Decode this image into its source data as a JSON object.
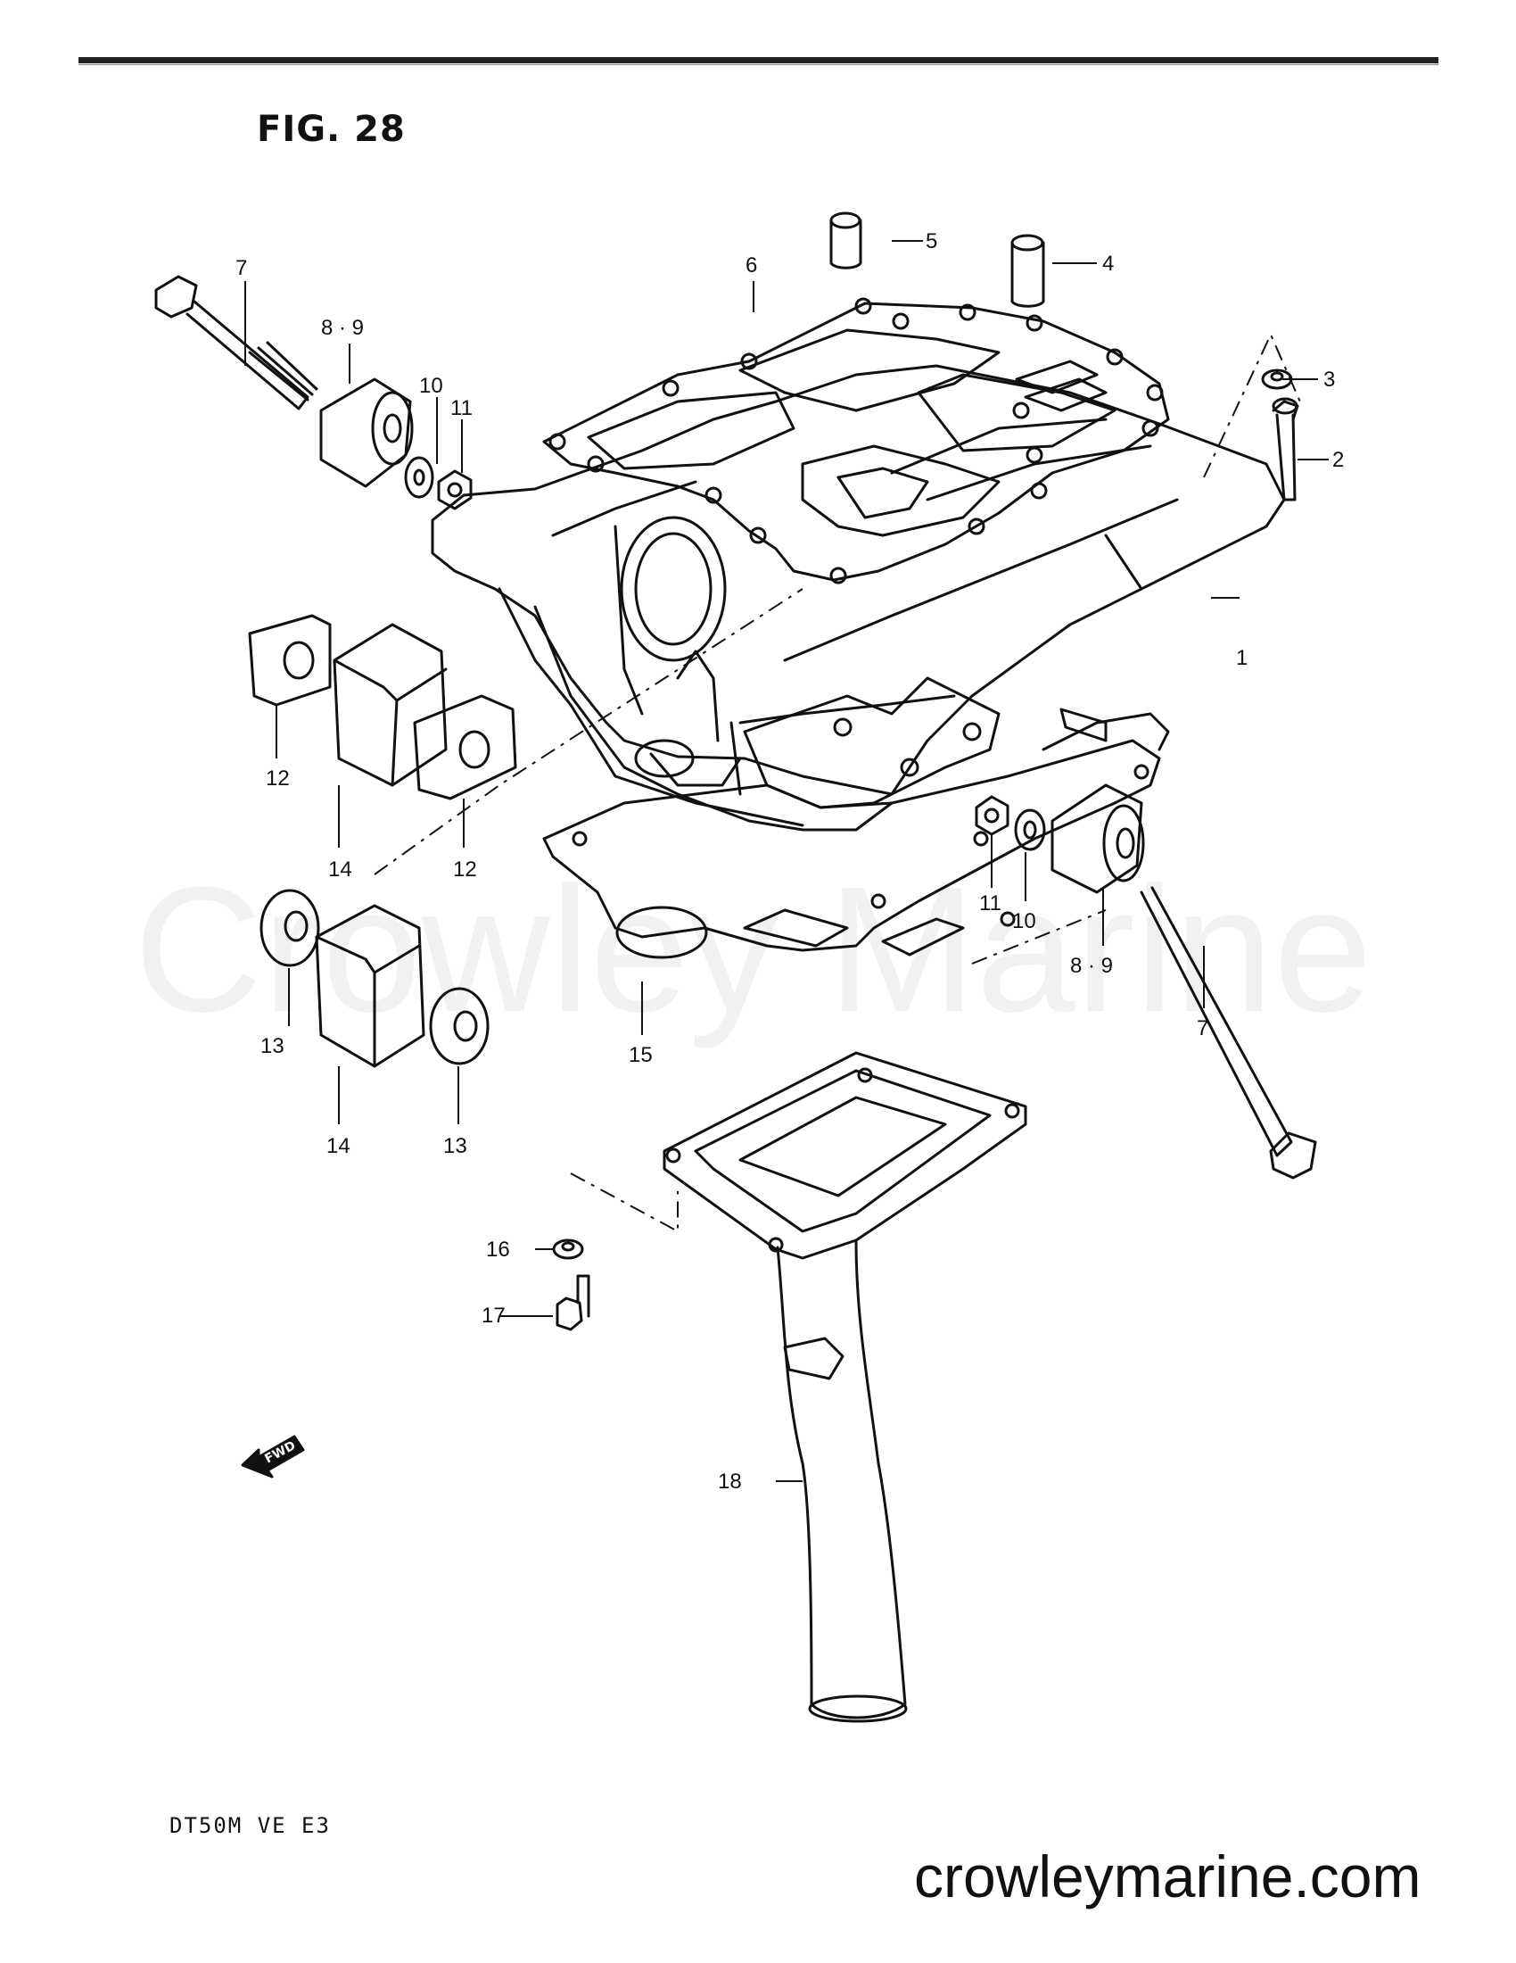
{
  "figure": {
    "title": "FIG. 28"
  },
  "model_code": "DT50M VE E3",
  "website": "crowleymarine.com",
  "watermark": "Crowley Marine",
  "fwd_label": "FWD",
  "labels": {
    "p1": "1",
    "p2": "2",
    "p3": "3",
    "p4": "4",
    "p5": "5",
    "p6": "6",
    "p7a": "7",
    "p7b": "7",
    "p89a": "8 · 9",
    "p89b": "8 · 9",
    "p10a": "10",
    "p10b": "10",
    "p11a": "11",
    "p11b": "11",
    "p12a": "12",
    "p12b": "12",
    "p13a": "13",
    "p13b": "13",
    "p14a": "14",
    "p14b": "14",
    "p15": "15",
    "p16": "16",
    "p17": "17",
    "p18": "18"
  }
}
